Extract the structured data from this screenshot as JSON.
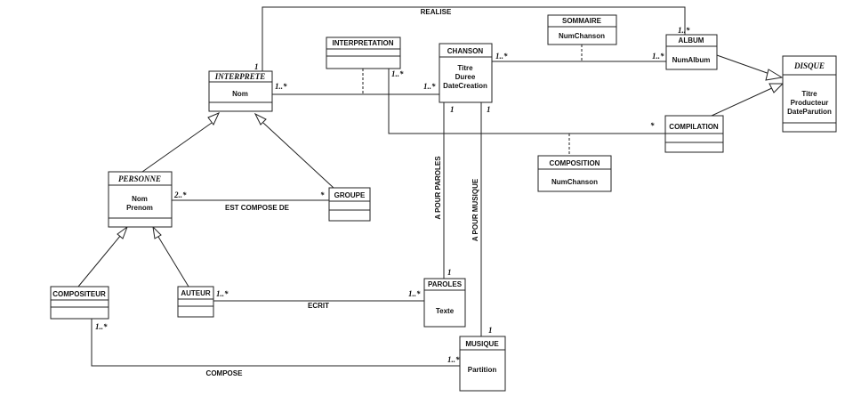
{
  "classes": {
    "interprete": {
      "name": "INTERPRETE",
      "attrs": [
        "Nom"
      ]
    },
    "interpretation": {
      "name": "INTERPRETATION",
      "attrs": []
    },
    "chanson": {
      "name": "CHANSON",
      "attrs": [
        "Titre",
        "Duree",
        "DateCreation"
      ]
    },
    "sommaire": {
      "name": "SOMMAIRE",
      "attrs": [
        "NumChanson"
      ]
    },
    "album": {
      "name": "ALBUM",
      "attrs": [
        "NumAlbum"
      ]
    },
    "disque": {
      "name": "DISQUE",
      "attrs": [
        "Titre",
        "Producteur",
        "DateParution"
      ]
    },
    "compilation": {
      "name": "COMPILATION",
      "attrs": []
    },
    "composition": {
      "name": "COMPOSITION",
      "attrs": [
        "NumChanson"
      ]
    },
    "personne": {
      "name": "PERSONNE",
      "attrs": [
        "Nom",
        "Prenom"
      ]
    },
    "groupe": {
      "name": "GROUPE",
      "attrs": []
    },
    "compositeur": {
      "name": "COMPOSITEUR",
      "attrs": []
    },
    "auteur": {
      "name": "AUTEUR",
      "attrs": []
    },
    "paroles": {
      "name": "PAROLES",
      "attrs": [
        "Texte"
      ]
    },
    "musique": {
      "name": "MUSIQUE",
      "attrs": [
        "Partition"
      ]
    }
  },
  "associations": {
    "realise": "REALISE",
    "est_compose_de": "EST COMPOSE DE",
    "a_pour_paroles": "A POUR PAROLES",
    "a_pour_musique": "A POUR MUSIQUE",
    "ecrit": "ECRIT",
    "compose": "COMPOSE"
  },
  "multiplicities": {
    "realise_interprete": "1",
    "realise_album": "1..*",
    "interprete_chanson": "1..*",
    "chanson_interprete": "1..*",
    "interpretation_comp": "1..*",
    "chanson_album": "1..*",
    "album_chanson": "1..*",
    "compilation": "*",
    "personne_groupe": "2..*",
    "groupe_personne": "*",
    "chanson_paroles": "1",
    "chanson_musique": "1",
    "paroles_chanson": "1",
    "musique_chanson": "1",
    "auteur_paroles": "1..*",
    "paroles_auteur": "1..*",
    "compositeur_musique": "1..*",
    "musique_compositeur": "1..*"
  }
}
